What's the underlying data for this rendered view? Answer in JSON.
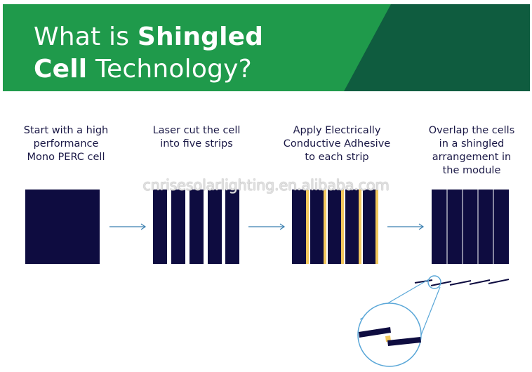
{
  "title": {
    "line1_prefix": "What is ",
    "line1_bold": "Shingled",
    "line2_bold": "Cell",
    "line2_suffix": " Technology?"
  },
  "steps": [
    {
      "line1": "Start with a high",
      "line2": "performance",
      "line3": "Mono PERC cell",
      "line4": ""
    },
    {
      "line1": "Laser cut the cell",
      "line2": "into five strips",
      "line3": "",
      "line4": ""
    },
    {
      "line1": "Apply Electrically",
      "line2": "Conductive Adhesive",
      "line3": "to each strip",
      "line4": ""
    },
    {
      "line1": "Overlap the cells",
      "line2": "in a shingled",
      "line3": "arrangement in",
      "line4": "the module"
    }
  ],
  "watermark": "cnrisesolarlighting.en.alibaba.com",
  "colors": {
    "green": "#1f9a4b",
    "dark_green": "#0f5c3f",
    "navy": "#0e0c40",
    "adhesive": "#f2c75c",
    "line_blue": "#3a7fb0",
    "lens_blue": "#5aa7d8"
  }
}
